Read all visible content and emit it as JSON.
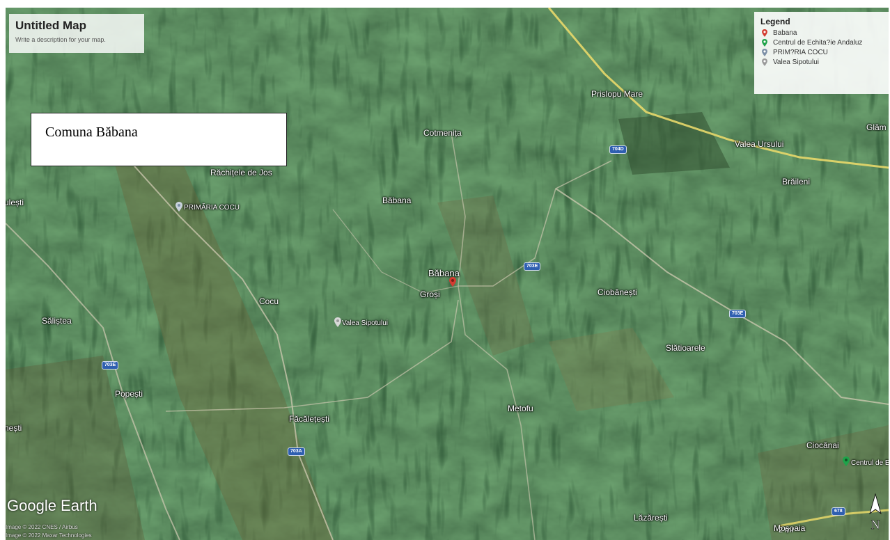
{
  "map": {
    "title": "Untitled Map",
    "description": "Write a description for your map."
  },
  "overlay_box": {
    "text": "Comuna Băbana"
  },
  "legend": {
    "title": "Legend",
    "items": [
      {
        "label": "Babana",
        "color": "#d33b31"
      },
      {
        "label": "Centrul de Echita?ie Andaluz",
        "color": "#1fa34a"
      },
      {
        "label": "PRIM?RIA COCU",
        "color": "#7b8fa6"
      },
      {
        "label": "Valea Sipotului",
        "color": "#9a9a9a"
      }
    ]
  },
  "places": {
    "prislopu_mare": "Prislopu Mare",
    "glam": "Glăm",
    "cotmenita": "Cotmenița",
    "valea_ursului": "Valea Ursului",
    "braileni": "Brăileni",
    "rachitele_de_jos": "Răchițele de Jos",
    "ulesti": "ulești",
    "primaria_cocu": "PRIMĂRIA COCU",
    "babana_north": "Băbana",
    "babana": "Băbana",
    "grosi": "Groși",
    "cocu": "Cocu",
    "ciobanesti": "Ciobănești",
    "salistea": "Săliștea",
    "valea_sipotului": "Valea Sipotului",
    "slatioarele": "Slătioarele",
    "popesti": "Popești",
    "facaletesti": "Făcălețești",
    "metofu": "Metofu",
    "nesti": "nești",
    "ciocanai": "Ciocănai",
    "centrul_de": "Centrul de E",
    "lazaresti": "Lăzărești",
    "mosoaia": "Moșoaia"
  },
  "roads": {
    "r704d": "704D",
    "r703e_a": "703E",
    "r703e_b": "703E",
    "r703e_c": "703E",
    "r703a": "703A",
    "r678": "678"
  },
  "attribution": {
    "logo": "Google Earth",
    "line1": "Image © 2022 CNES / Airbus",
    "line2": "Image © 2022 Maxar Technologies"
  },
  "compass": {
    "north": "N"
  },
  "scale": {
    "label": "2 mi"
  }
}
